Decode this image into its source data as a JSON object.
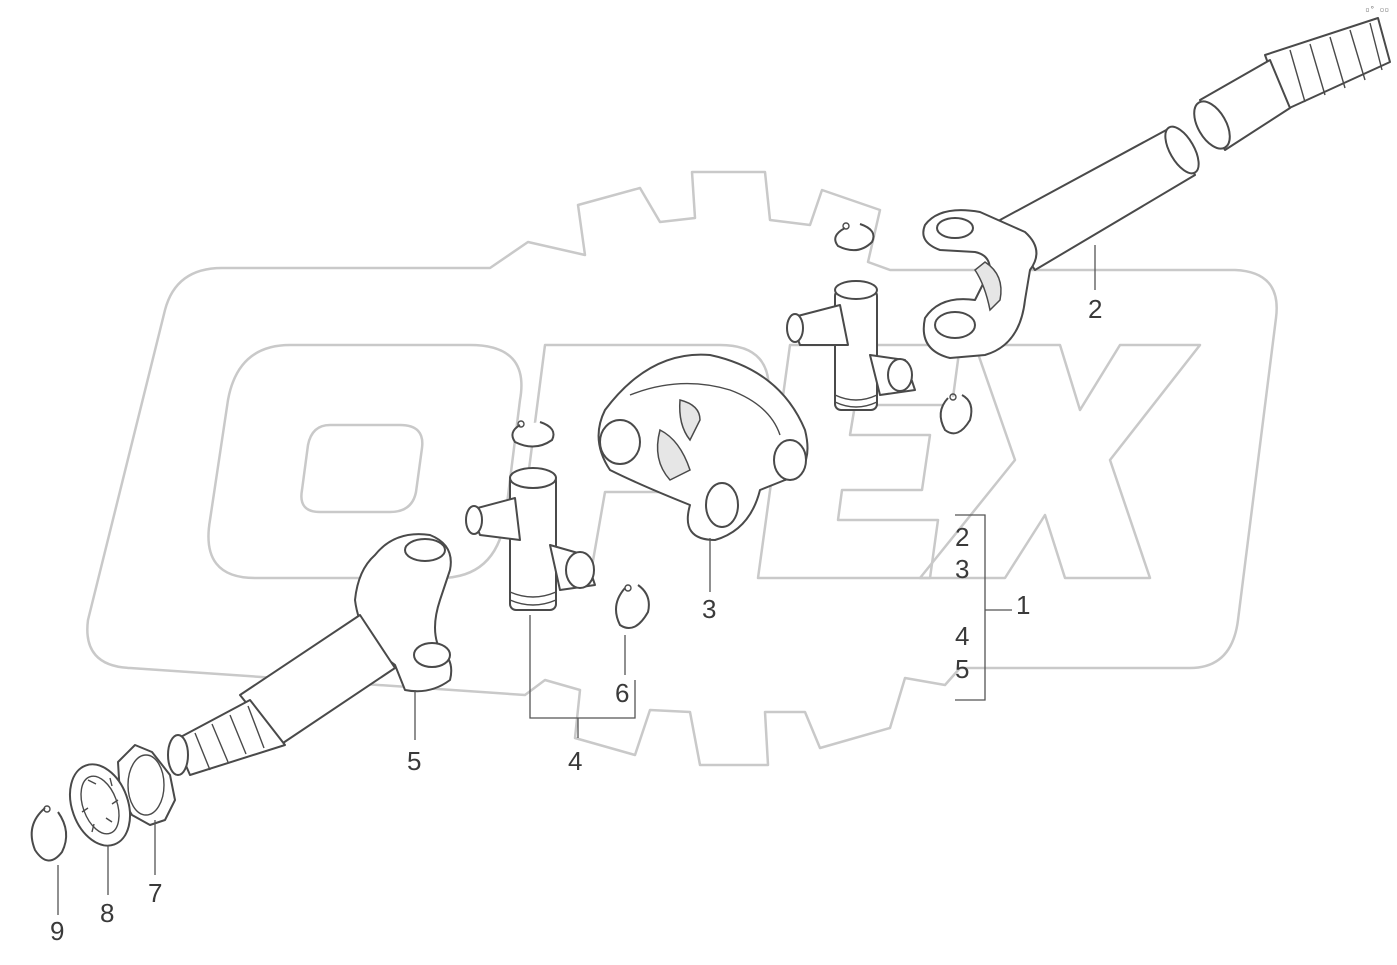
{
  "diagram": {
    "corner_mark": "▫° ▫▫",
    "watermark_text": "OPEX",
    "colors": {
      "line": "#4a4a4a",
      "watermark": "#c9c9c9",
      "label": "#3a3a3a",
      "background": "#ffffff"
    },
    "callouts": {
      "c1": "1",
      "c2": "2",
      "c3": "3",
      "c4": "4",
      "c5": "5",
      "c6": "6",
      "c7": "7",
      "c8": "8",
      "c9": "9",
      "group_2": "2",
      "group_3": "3",
      "group_4": "4",
      "group_5": "5"
    },
    "parts": [
      {
        "number": "1",
        "icon": "assembly-bracket-icon"
      },
      {
        "number": "2",
        "icon": "long-shaft-yoke-icon"
      },
      {
        "number": "3",
        "icon": "double-yoke-icon"
      },
      {
        "number": "4",
        "icon": "universal-joint-cross-icon"
      },
      {
        "number": "5",
        "icon": "short-shaft-yoke-icon"
      },
      {
        "number": "6",
        "icon": "snap-ring-icon"
      },
      {
        "number": "7",
        "icon": "tab-washer-icon"
      },
      {
        "number": "8",
        "icon": "splined-washer-icon"
      },
      {
        "number": "9",
        "icon": "retaining-ring-icon"
      }
    ]
  }
}
